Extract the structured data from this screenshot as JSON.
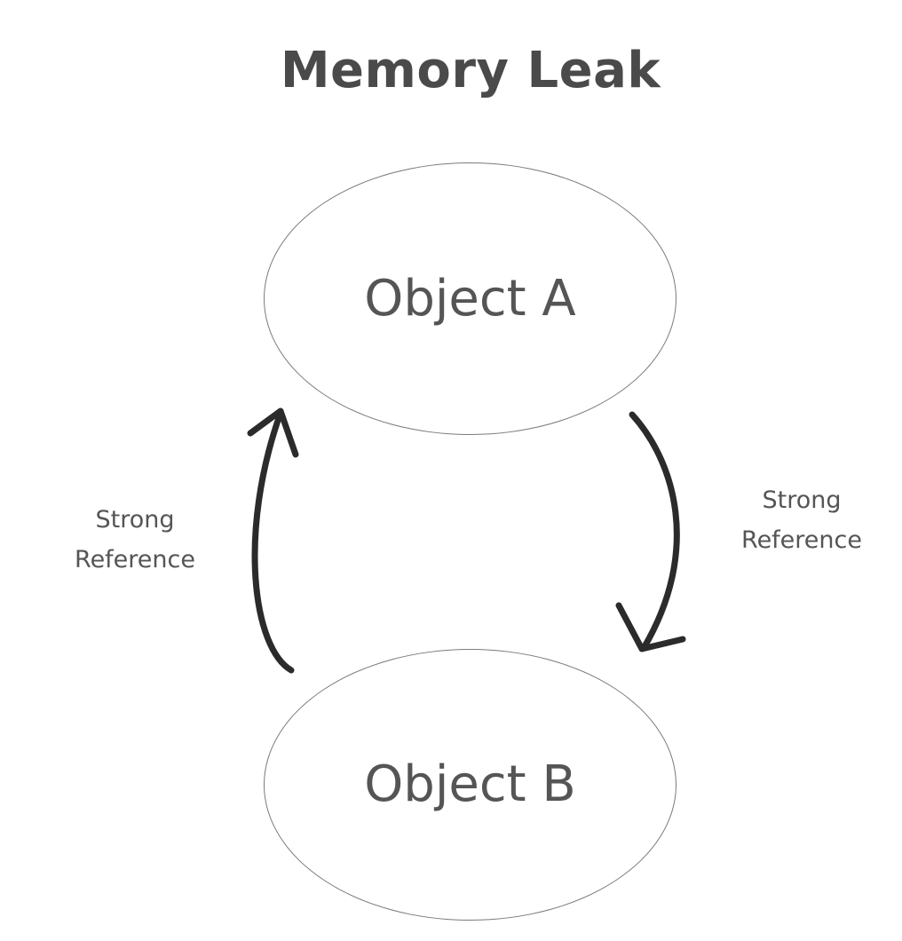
{
  "diagram": {
    "title": "Memory Leak",
    "nodes": [
      {
        "id": "a",
        "label": "Object A"
      },
      {
        "id": "b",
        "label": "Object B"
      }
    ],
    "edges": [
      {
        "from": "a",
        "to": "b",
        "line1": "Strong",
        "line2": "Reference"
      },
      {
        "from": "b",
        "to": "a",
        "line1": "Strong",
        "line2": "Reference"
      }
    ],
    "colors": {
      "text": "#4a4a4a",
      "ellipse_stroke": "#7a7a7a",
      "arrow": "#2b2b2b",
      "background": "#ffffff"
    }
  }
}
